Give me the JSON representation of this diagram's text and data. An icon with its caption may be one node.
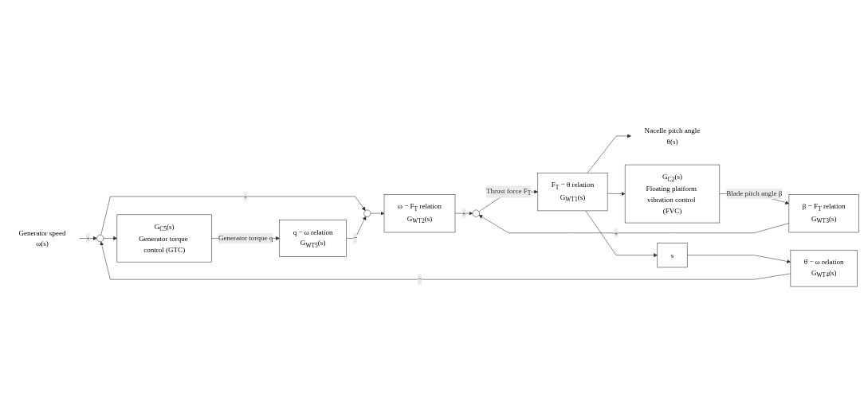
{
  "diagram": {
    "nodes": [
      {
        "text": [
          "Generator speed",
          "ω(s)"
        ]
      },
      {
        "text": [],
        "shape": "circle"
      },
      {
        "text": [],
        "shape": "circle"
      },
      {
        "text": [
          "ω − F$_{T}$ relation",
          "G$_{WT2}$(s)"
        ]
      },
      {
        "text": [],
        "shape": "circle"
      },
      {
        "text": [
          "F$_{T}$ − θ relation",
          "G$_{WT1}$(s)"
        ]
      },
      {
        "text": [
          "Nacelle pitch angle",
          "θ(s)"
        ]
      },
      {
        "text": [
          "G$_{C5}$(s)",
          "Generator torque control (GTC)"
        ]
      },
      {
        "text": [
          "q − ω relation",
          "G$_{WT5}$(s)"
        ]
      },
      {
        "text": [
          "β − F$_{T}$ relation",
          "G$_{WT3}$(s)"
        ]
      },
      {
        "text": [
          "G$_{C2}$(s)",
          "Floating platform vibration control (FVC)"
        ]
      },
      {
        "text": [
          "s"
        ]
      },
      {
        "text": [
          "θ̇ − ω relation",
          "G$_{WT4}$(s)"
        ]
      }
    ],
    "edges": [
      {
        "from": 0,
        "to": 1,
        "arrow": "to",
        "label": "+"
      },
      {
        "from": 1,
        "to": 2,
        "arrow": "to",
        "label": "+"
      },
      {
        "from": 1,
        "to": 7,
        "arrow": "to"
      },
      {
        "from": 7,
        "to": 8,
        "arrow": "to",
        "label": "Generator torque q"
      },
      {
        "from": 8,
        "to": 2,
        "arrow": "to",
        "label": "−"
      },
      {
        "from": 2,
        "to": 3,
        "arrow": "to"
      },
      {
        "from": 3,
        "to": 4,
        "arrow": "to",
        "label": "+"
      },
      {
        "from": 4,
        "to": 5,
        "arrow": "to",
        "label": "Thrust force F$_{T}$"
      },
      {
        "from": 5,
        "to": 6,
        "arrow": "to"
      },
      {
        "from": 9,
        "to": 4,
        "arrow": "to",
        "label": "+"
      },
      {
        "from": 5,
        "to": 10,
        "arrow": "to"
      },
      {
        "from": 10,
        "to": 9,
        "arrow": "to",
        "label": "Blade pitch angle β"
      },
      {
        "from": 5,
        "to": 11,
        "arrow": "to"
      },
      {
        "from": 11,
        "to": 12,
        "arrow": "to"
      },
      {
        "from": 12,
        "to": 1,
        "arrow": "to",
        "label": "−"
      }
    ]
  }
}
